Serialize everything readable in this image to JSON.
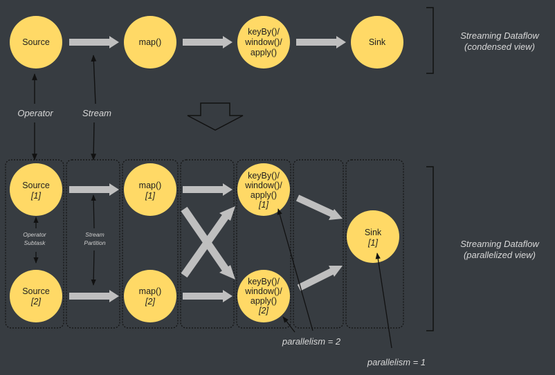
{
  "colors": {
    "background": "#373c41",
    "node": "#ffd966",
    "arrow": "#bfbfbf",
    "line": "#111111",
    "text_light": "#d8d8d8"
  },
  "condensed": {
    "nodes": [
      {
        "lines": [
          "Source"
        ]
      },
      {
        "lines": [
          "map()"
        ]
      },
      {
        "lines": [
          "keyBy()/",
          "window()/",
          "apply()"
        ]
      },
      {
        "lines": [
          "Sink"
        ]
      }
    ],
    "bracket_label": [
      "Streaming Dataflow",
      "(condensed view)"
    ],
    "operator_label": "Operator",
    "stream_label": "Stream"
  },
  "parallel": {
    "source_1": {
      "name": "Source",
      "idx": "[1]"
    },
    "source_2": {
      "name": "Source",
      "idx": "[2]"
    },
    "map_1": {
      "name": "map()",
      "idx": "[1]"
    },
    "map_2": {
      "name": "map()",
      "idx": "[2]"
    },
    "kwa_1": {
      "lines": [
        "keyBy()/",
        "window()/",
        "apply()"
      ],
      "idx": "[1]"
    },
    "kwa_2": {
      "lines": [
        "keyBy()/",
        "window()/",
        "apply()"
      ],
      "idx": "[2]"
    },
    "sink_1": {
      "name": "Sink",
      "idx": "[1]"
    },
    "operator_subtask_label": [
      "Operator",
      "Subtask"
    ],
    "stream_partition_label": [
      "Stream",
      "Partition"
    ],
    "bracket_label": [
      "Streaming Dataflow",
      "(parallelized view)"
    ],
    "parallelism_2": "parallelism = 2",
    "parallelism_1": "parallelism = 1"
  }
}
